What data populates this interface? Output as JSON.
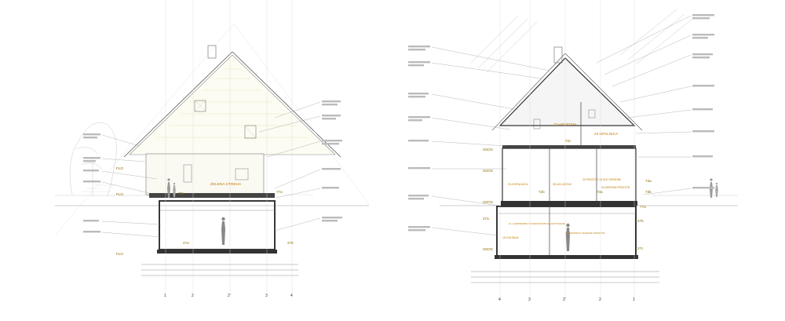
{
  "left_section": {
    "rooms": [
      "ZELENA STREHA"
    ],
    "levels": [
      "FLO",
      "FLO",
      "FLO"
    ],
    "elevations": [
      "72a",
      "77a",
      "27a",
      "27b"
    ],
    "axes": [
      "1",
      "2",
      "2'",
      "3",
      "4"
    ]
  },
  "right_section": {
    "rooms": [
      "22-APARTMA",
      "24-SPALNICA",
      "23-KOPALNICA",
      "25-WC-MOSKI",
      "33-PROSTOR ZA SUD ODPADNE",
      "25-SERVISNI PROSTOR",
      "14- GARDEROBA S SANITARIJAMI ZA ZAPOSLENE",
      "15-KUHINJA",
      "21-SERVISNO-TEHNIČNI PROSTOR"
    ],
    "levels": [
      "SSOS",
      "SSOS",
      "SSOS",
      "SSOS"
    ],
    "elevations": [
      "72c",
      "72b",
      "73a",
      "73b",
      "73a",
      "77a",
      "27a",
      "27b",
      "27c"
    ],
    "axes": [
      "4",
      "3",
      "2'",
      "2",
      "1"
    ]
  }
}
